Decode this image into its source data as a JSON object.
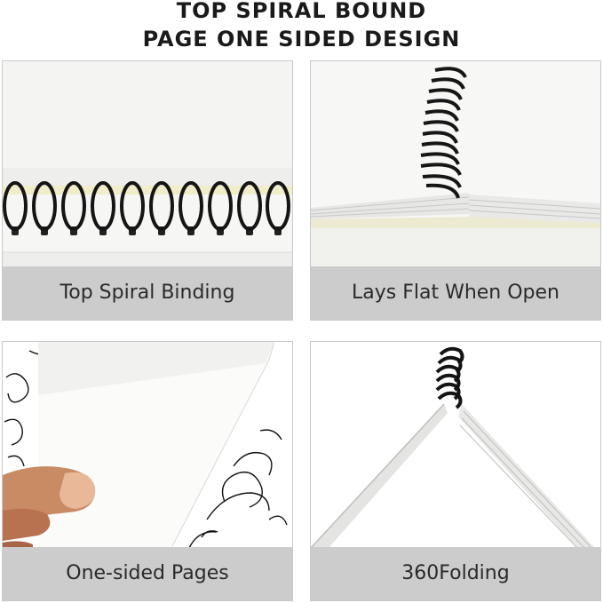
{
  "header": {
    "line1": "TOP SPIRAL BOUND",
    "line2": "PAGE ONE SIDED DESIGN"
  },
  "panels": [
    {
      "caption": "Top Spiral Binding"
    },
    {
      "caption": "Lays Flat When Open"
    },
    {
      "caption": "One-sided Pages"
    },
    {
      "caption": "360Folding"
    }
  ],
  "colors": {
    "caption_bg": "#cccccc",
    "caption_text": "#2a2a2a",
    "coil": "#151515",
    "paper": "#f7f7f5"
  }
}
